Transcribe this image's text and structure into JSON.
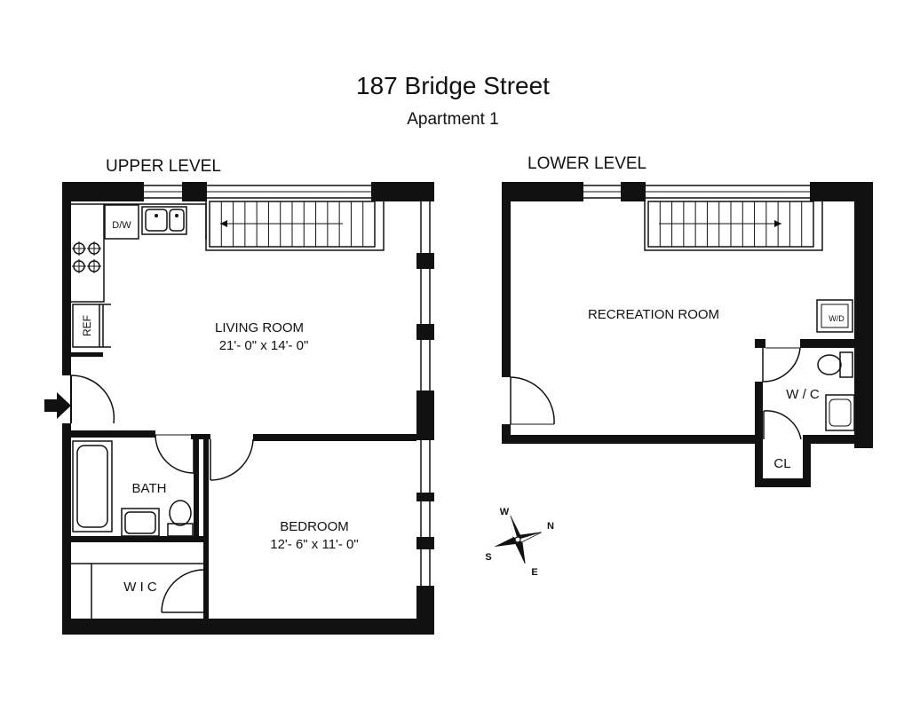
{
  "title": "187 Bridge Street",
  "subtitle": "Apartment 1",
  "upper": {
    "heading": "UPPER LEVEL",
    "living_room": "LIVING ROOM",
    "living_room_dims": "21'- 0\" x 14'- 0\"",
    "bath": "BATH",
    "bedroom": "BEDROOM",
    "bedroom_dims": "12'- 6\" x 11'- 0\"",
    "wic": "W I C",
    "dishwasher": "D/W",
    "refrigerator": "REF"
  },
  "lower": {
    "heading": "LOWER LEVEL",
    "recreation_room": "RECREATION ROOM",
    "washer_dryer": "W/D",
    "wc": "W / C",
    "closet": "CL"
  },
  "compass": {
    "n": "N",
    "s": "S",
    "e": "E",
    "w": "W"
  }
}
